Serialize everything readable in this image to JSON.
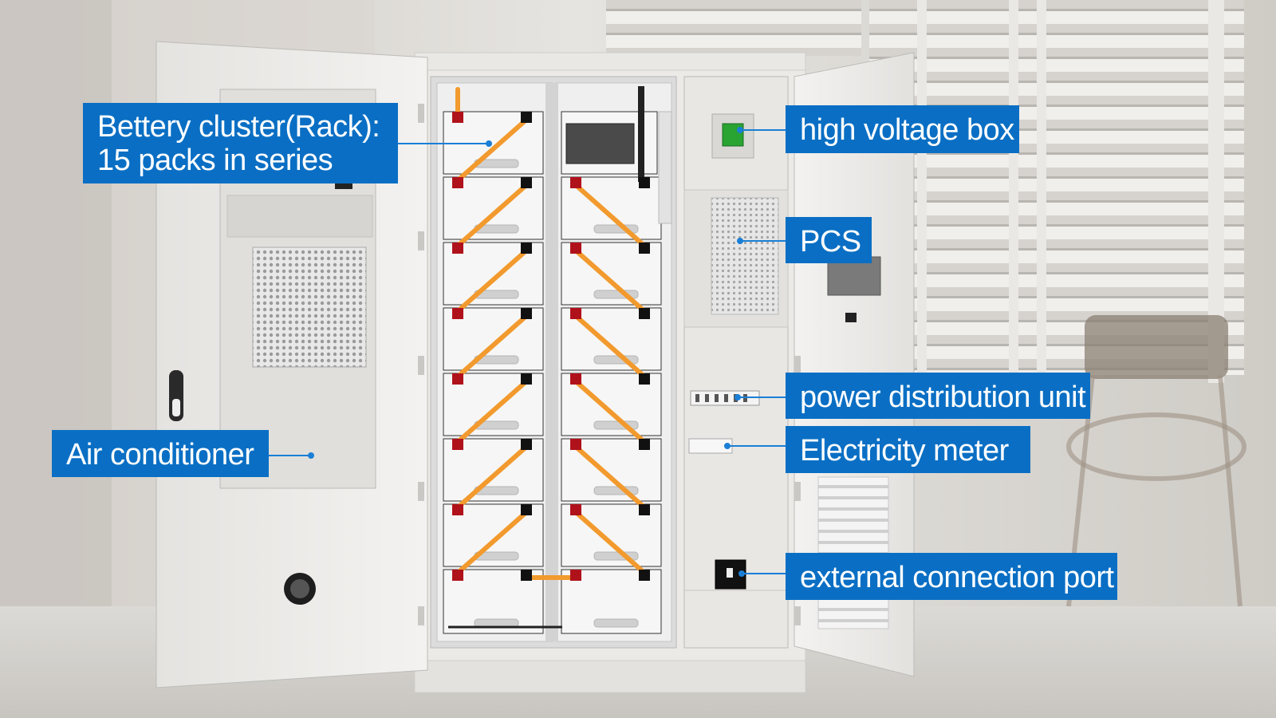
{
  "callouts": {
    "battery_cluster": {
      "line1": "Bettery cluster(Rack):",
      "line2": "15 packs in series"
    },
    "high_voltage_box": "high voltage box",
    "pcs": "PCS",
    "air_conditioner": "Air conditioner",
    "power_distribution_unit": "power distribution unit",
    "electricity_meter": "Electricity meter",
    "external_connection_port": "external connection port"
  },
  "colors": {
    "callout_background": "#0a6fc4",
    "callout_text": "#ffffff",
    "leader_line": "#1a7fd6",
    "cable": "#f29a2e",
    "terminal_positive": "#b0121b",
    "terminal_negative": "#111111",
    "cabinet_body": "#eceae6"
  }
}
